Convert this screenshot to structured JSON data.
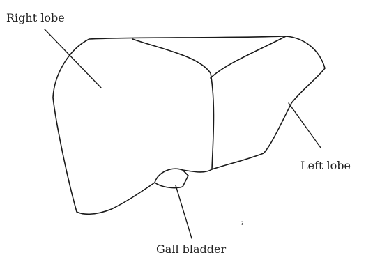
{
  "diagram": {
    "labels": {
      "right_lobe": "Right lobe",
      "left_lobe": "Left lobe",
      "gall_bladder": "Gall bladder",
      "stray_mark": "ˀ"
    },
    "colors": {
      "line": "#1a1a1a",
      "text": "#222222",
      "background": "#ffffff"
    }
  }
}
